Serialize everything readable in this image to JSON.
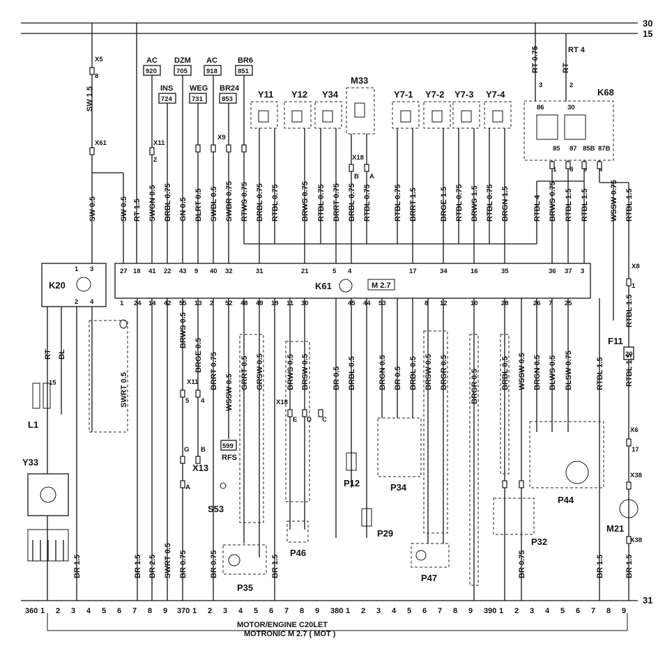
{
  "rails": {
    "top": "30",
    "second": "15",
    "ground": "31"
  },
  "footer": {
    "line1": "MOTOR/ENGINE C20LET",
    "line2": "MOTRONIC M 2.7 ( MOT )"
  },
  "ecu": {
    "name": "K61",
    "badge": "M 2.7",
    "top_pins": [
      "27",
      "18",
      "41",
      "22",
      "43",
      "9",
      "40",
      "32",
      "31",
      "21",
      "5",
      "4",
      "17",
      "34",
      "16",
      "35",
      "36",
      "37",
      "3"
    ],
    "bottom_pins": [
      "1",
      "24",
      "14",
      "42",
      "55",
      "13",
      "2",
      "52",
      "48",
      "49",
      "19",
      "11",
      "30",
      "45",
      "44",
      "53",
      "8",
      "12",
      "10",
      "28",
      "26",
      "7",
      "25"
    ]
  },
  "k20": {
    "name": "K20",
    "pins_top": [
      "1",
      "3"
    ],
    "pins_bottom": [
      "2",
      "4"
    ]
  },
  "fuse": {
    "name": "F11",
    "value": "20"
  },
  "scale": {
    "left": [
      "360",
      "1",
      "2",
      "3",
      "4",
      "5",
      "6",
      "7",
      "8",
      "9"
    ],
    "mid1": [
      "370",
      "1",
      "2",
      "3",
      "4",
      "5",
      "6",
      "7",
      "8",
      "9"
    ],
    "mid2": [
      "380",
      "1",
      "2",
      "3",
      "4",
      "5",
      "6",
      "7",
      "8",
      "9"
    ],
    "right": [
      "390",
      "1",
      "2",
      "3",
      "4",
      "5",
      "6",
      "7",
      "8",
      "9"
    ]
  },
  "components": {
    "y11": "Y11",
    "y12": "Y12",
    "y34": "Y34",
    "m33": "M33",
    "y71": "Y7-1",
    "y72": "Y7-2",
    "y73": "Y7-3",
    "y74": "Y7-4",
    "k68": "K68",
    "l1": "L1",
    "y33": "Y33",
    "p35": "P35",
    "s53": "S53",
    "p46": "P46",
    "p12": "P12",
    "p29": "P29",
    "p34": "P34",
    "p47": "P47",
    "p32": "P32",
    "p44": "P44",
    "m21": "M21",
    "x13": "X13",
    "rfs": "RFS",
    "rfs_num": "599"
  },
  "top_refs": [
    {
      "name": "AC",
      "num": "920"
    },
    {
      "name": "DZM",
      "num": "705"
    },
    {
      "name": "AC",
      "num": "918"
    },
    {
      "name": "BR6",
      "num": "851"
    },
    {
      "name": "INS",
      "num": "724"
    },
    {
      "name": "WEG",
      "num": "731"
    },
    {
      "name": "BR24",
      "num": "853"
    }
  ],
  "connectors": {
    "x5": "X5",
    "x5p": "8",
    "x61": "X61",
    "x11": "X11",
    "x11p": "2",
    "x9": "X9",
    "x18": "X18",
    "x18b": "B",
    "x18a": "A",
    "x8": "X8",
    "x8p": "1",
    "x6": "X6",
    "x6p": "17",
    "x38a": "X38",
    "x38b": "X38",
    "x11b": "X11",
    "x11b5": "5",
    "x11b4": "4",
    "x18b2": "X18",
    "x13g": "G",
    "x13b": "B",
    "x13a": "A",
    "x18e": "E",
    "x18d": "D",
    "x18c": "C"
  },
  "upper_wires": [
    "SW 0.5",
    "SW 0.5",
    "RT 1.5",
    "SWGN 0.5",
    "BRBL 0.75",
    "GN 0.5",
    "BLRT 0.5",
    "SWBL 0.5",
    "SWBR 0.75",
    "RTWS 0.75",
    "BRBL 0.75",
    "RTBL 0.75",
    "BRWS 0.75",
    "RTBL 0.75",
    "BRRT 0.75",
    "BRBL 0.75",
    "RTBL 0.75",
    "RTBL 0.75",
    "BRRT 1.5",
    "BRGE 1.5",
    "RTBL 0.75",
    "BRWS 1.5",
    "RTBL 0.75",
    "BRGN 1.5",
    "RTBL 4",
    "BRWS 0.75",
    "RTBL 1.5",
    "RTBL 1.5",
    "WSSW 0.75",
    "RTBL 1.5"
  ],
  "lower_wires": [
    "SWRT 0.5",
    "BRWS 0.5",
    "BRGE 0.5",
    "BRRT 0.75",
    "WSSW 0.5",
    "GRRT 0.5",
    "GRSW 0.5",
    "BRWS 0.5",
    "BRSW 0.5",
    "BR 0.5",
    "BRBL 0.5",
    "BRGN 0.5",
    "BR 0.5",
    "BRBL 0.5",
    "BRSW 0.5",
    "BRGR 0.5",
    "BRGR 0.5",
    "BRBL 0.5",
    "WSSW 0.5",
    "BRGN 0.5",
    "BLWS 0.5",
    "BLSW 0.75",
    "RTBL 1.5",
    "RTBL 1.5",
    "RTBL 1.5"
  ],
  "ground_wires": [
    "BR 1.5",
    "BR 1.5",
    "BR 2.5",
    "SWRT 0.5",
    "BR 0.75",
    "BR 0.75",
    "BR 1.5",
    "BR 0.75",
    "BR 1.5",
    "BR 1.5"
  ],
  "misc": {
    "sw15": "SW 1.5",
    "rt075": "RT 0.75",
    "rt4": "RT 4",
    "rt": "RT",
    "bl": "BL",
    "p15": "15",
    "k68pins": [
      "3",
      "2",
      "86",
      "30",
      "85",
      "87",
      "85B",
      "87B",
      "1",
      "8",
      "9",
      "4"
    ]
  }
}
